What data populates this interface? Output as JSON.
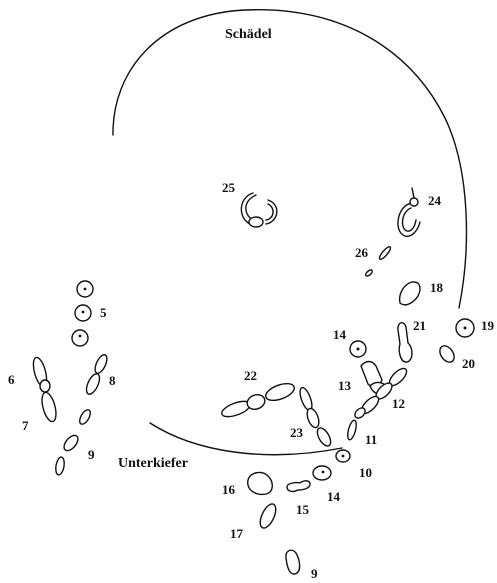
{
  "labels": {
    "skull": "Schädel",
    "mandible": "Unterkiefer",
    "n5": "5",
    "n6": "6",
    "n7": "7",
    "n8": "8",
    "n9_left": "9",
    "n9_bottom": "9",
    "n10": "10",
    "n11": "11",
    "n12": "12",
    "n13": "13",
    "n14_upper": "14",
    "n14_lower": "14",
    "n15": "15",
    "n16": "16",
    "n17": "17",
    "n18": "18",
    "n19": "19",
    "n20": "20",
    "n21": "21",
    "n22": "22",
    "n23": "23",
    "n24": "24",
    "n25": "25",
    "n26": "26"
  },
  "style": {
    "stroke_color": "#111111",
    "background": "#ffffff"
  }
}
